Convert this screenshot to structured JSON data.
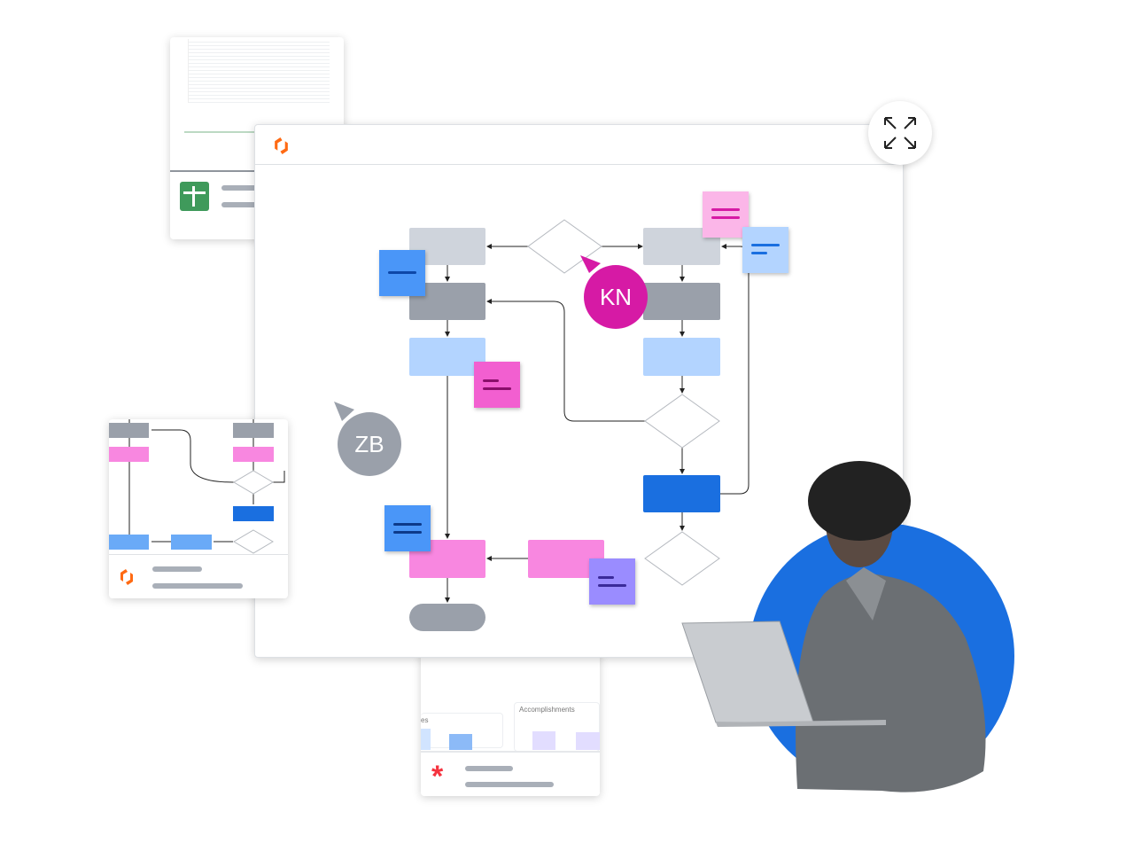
{
  "colors": {
    "brand_orange": "#ff6a13",
    "blue": "#1a6fe0",
    "pink": "#f887e0",
    "magenta": "#d61aa5",
    "gray": "#9aa0aa",
    "light_blue": "#b3d4ff",
    "green": "#3f9a5b",
    "red": "#f5333f"
  },
  "collaborators": [
    {
      "initials": "KN",
      "color": "#d61aa5"
    },
    {
      "initials": "ZB",
      "color": "#9aa0aa"
    }
  ],
  "bottom_card": {
    "column_partial": "es",
    "column_title": "Accomplishments"
  },
  "icons": {
    "expand": "expand-arrows-icon",
    "brand": "lucid-logo-icon",
    "sheets": "google-sheets-icon",
    "asterisk": "asterisk-icon"
  }
}
